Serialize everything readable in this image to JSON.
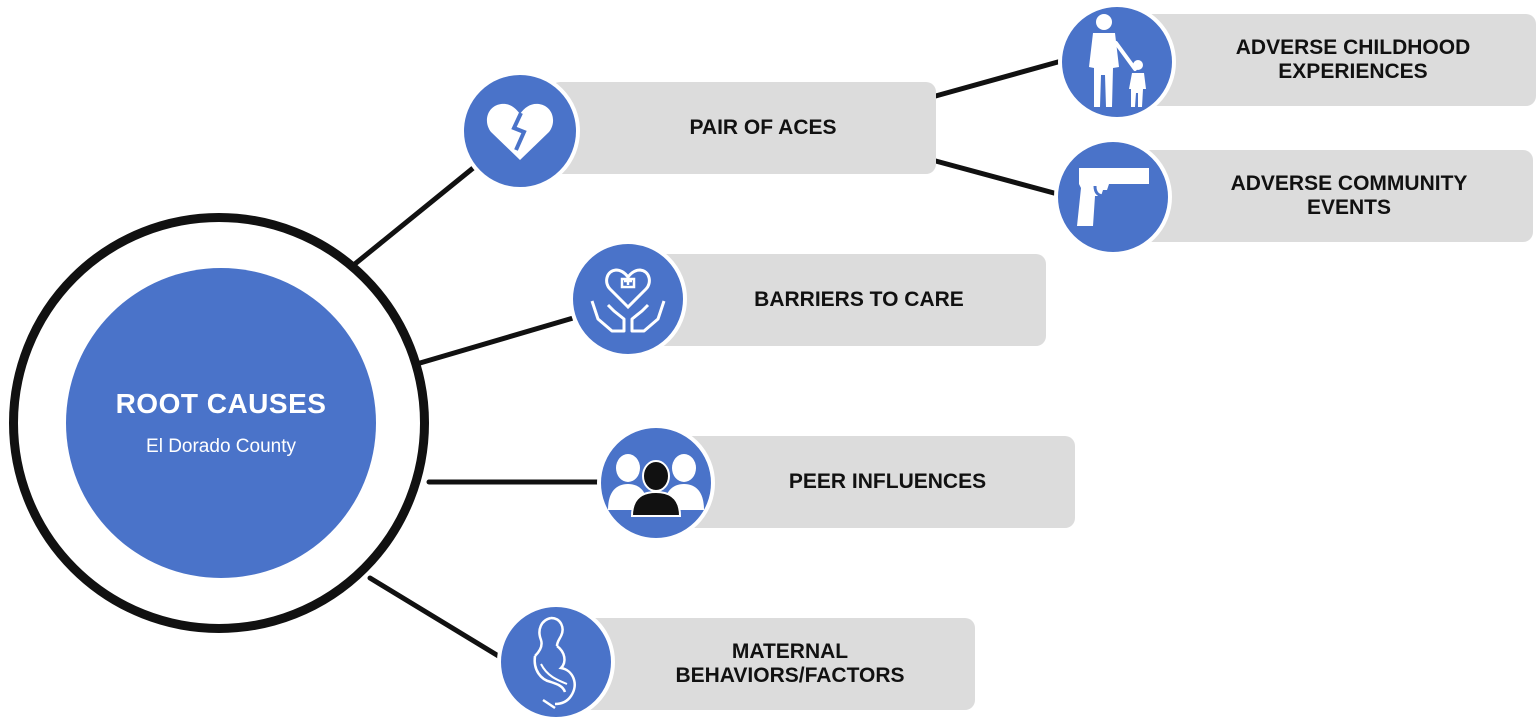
{
  "root": {
    "title": "ROOT CAUSES",
    "subtitle": "El Dorado County"
  },
  "nodes": {
    "pair_of_aces": {
      "label": "PAIR OF ACES",
      "icon": "broken-heart-icon"
    },
    "adverse_childhood": {
      "label": "ADVERSE CHILDHOOD\nEXPERIENCES",
      "icon": "parent-child-icon"
    },
    "adverse_community": {
      "label": "ADVERSE COMMUNITY\nEVENTS",
      "icon": "handgun-icon"
    },
    "barriers_to_care": {
      "label": "BARRIERS TO CARE",
      "icon": "hands-heart-icon"
    },
    "peer_influences": {
      "label": "PEER INFLUENCES",
      "icon": "people-group-icon"
    },
    "maternal_behaviors": {
      "label": "MATERNAL\nBEHAVIORS/FACTORS",
      "icon": "pregnant-woman-icon"
    }
  },
  "colors": {
    "accent_blue": "#4a73c9",
    "label_box_gray": "#dcdcdc",
    "connector_black": "#111111"
  }
}
